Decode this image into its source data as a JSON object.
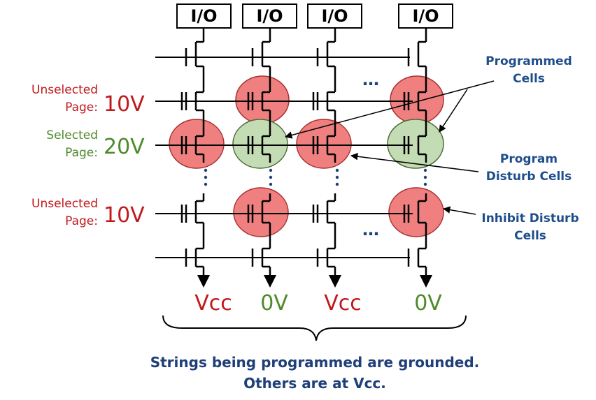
{
  "io_label": "I/O",
  "rows": [
    {
      "name": "Unselected",
      "word": "Page:",
      "voltage": "10V"
    },
    {
      "name": "Selected",
      "word": "Page:",
      "voltage": "20V"
    },
    {
      "name": "Unselected",
      "word": "Page:",
      "voltage": "10V"
    }
  ],
  "bitlines": [
    "Vcc",
    "0V",
    "Vcc",
    "0V"
  ],
  "ellipsis": "…",
  "annotations": {
    "programmed_line1": "Programmed",
    "programmed_line2": "Cells",
    "program_disturb_line1": "Program",
    "program_disturb_line2": "Disturb Cells",
    "inhibit_line1": "Inhibit Disturb",
    "inhibit_line2": "Cells"
  },
  "caption": {
    "line1": "Strings being programmed are grounded.",
    "line2": "Others are at Vcc."
  },
  "colors": {
    "unselected_red": "#c0181c",
    "selected_green": "#4d8a2a",
    "annotation_blue": "#1f4e8c",
    "caption_blue": "#1f3f78",
    "cell_red": "#f08080",
    "cell_green": "#c4dcb4"
  }
}
